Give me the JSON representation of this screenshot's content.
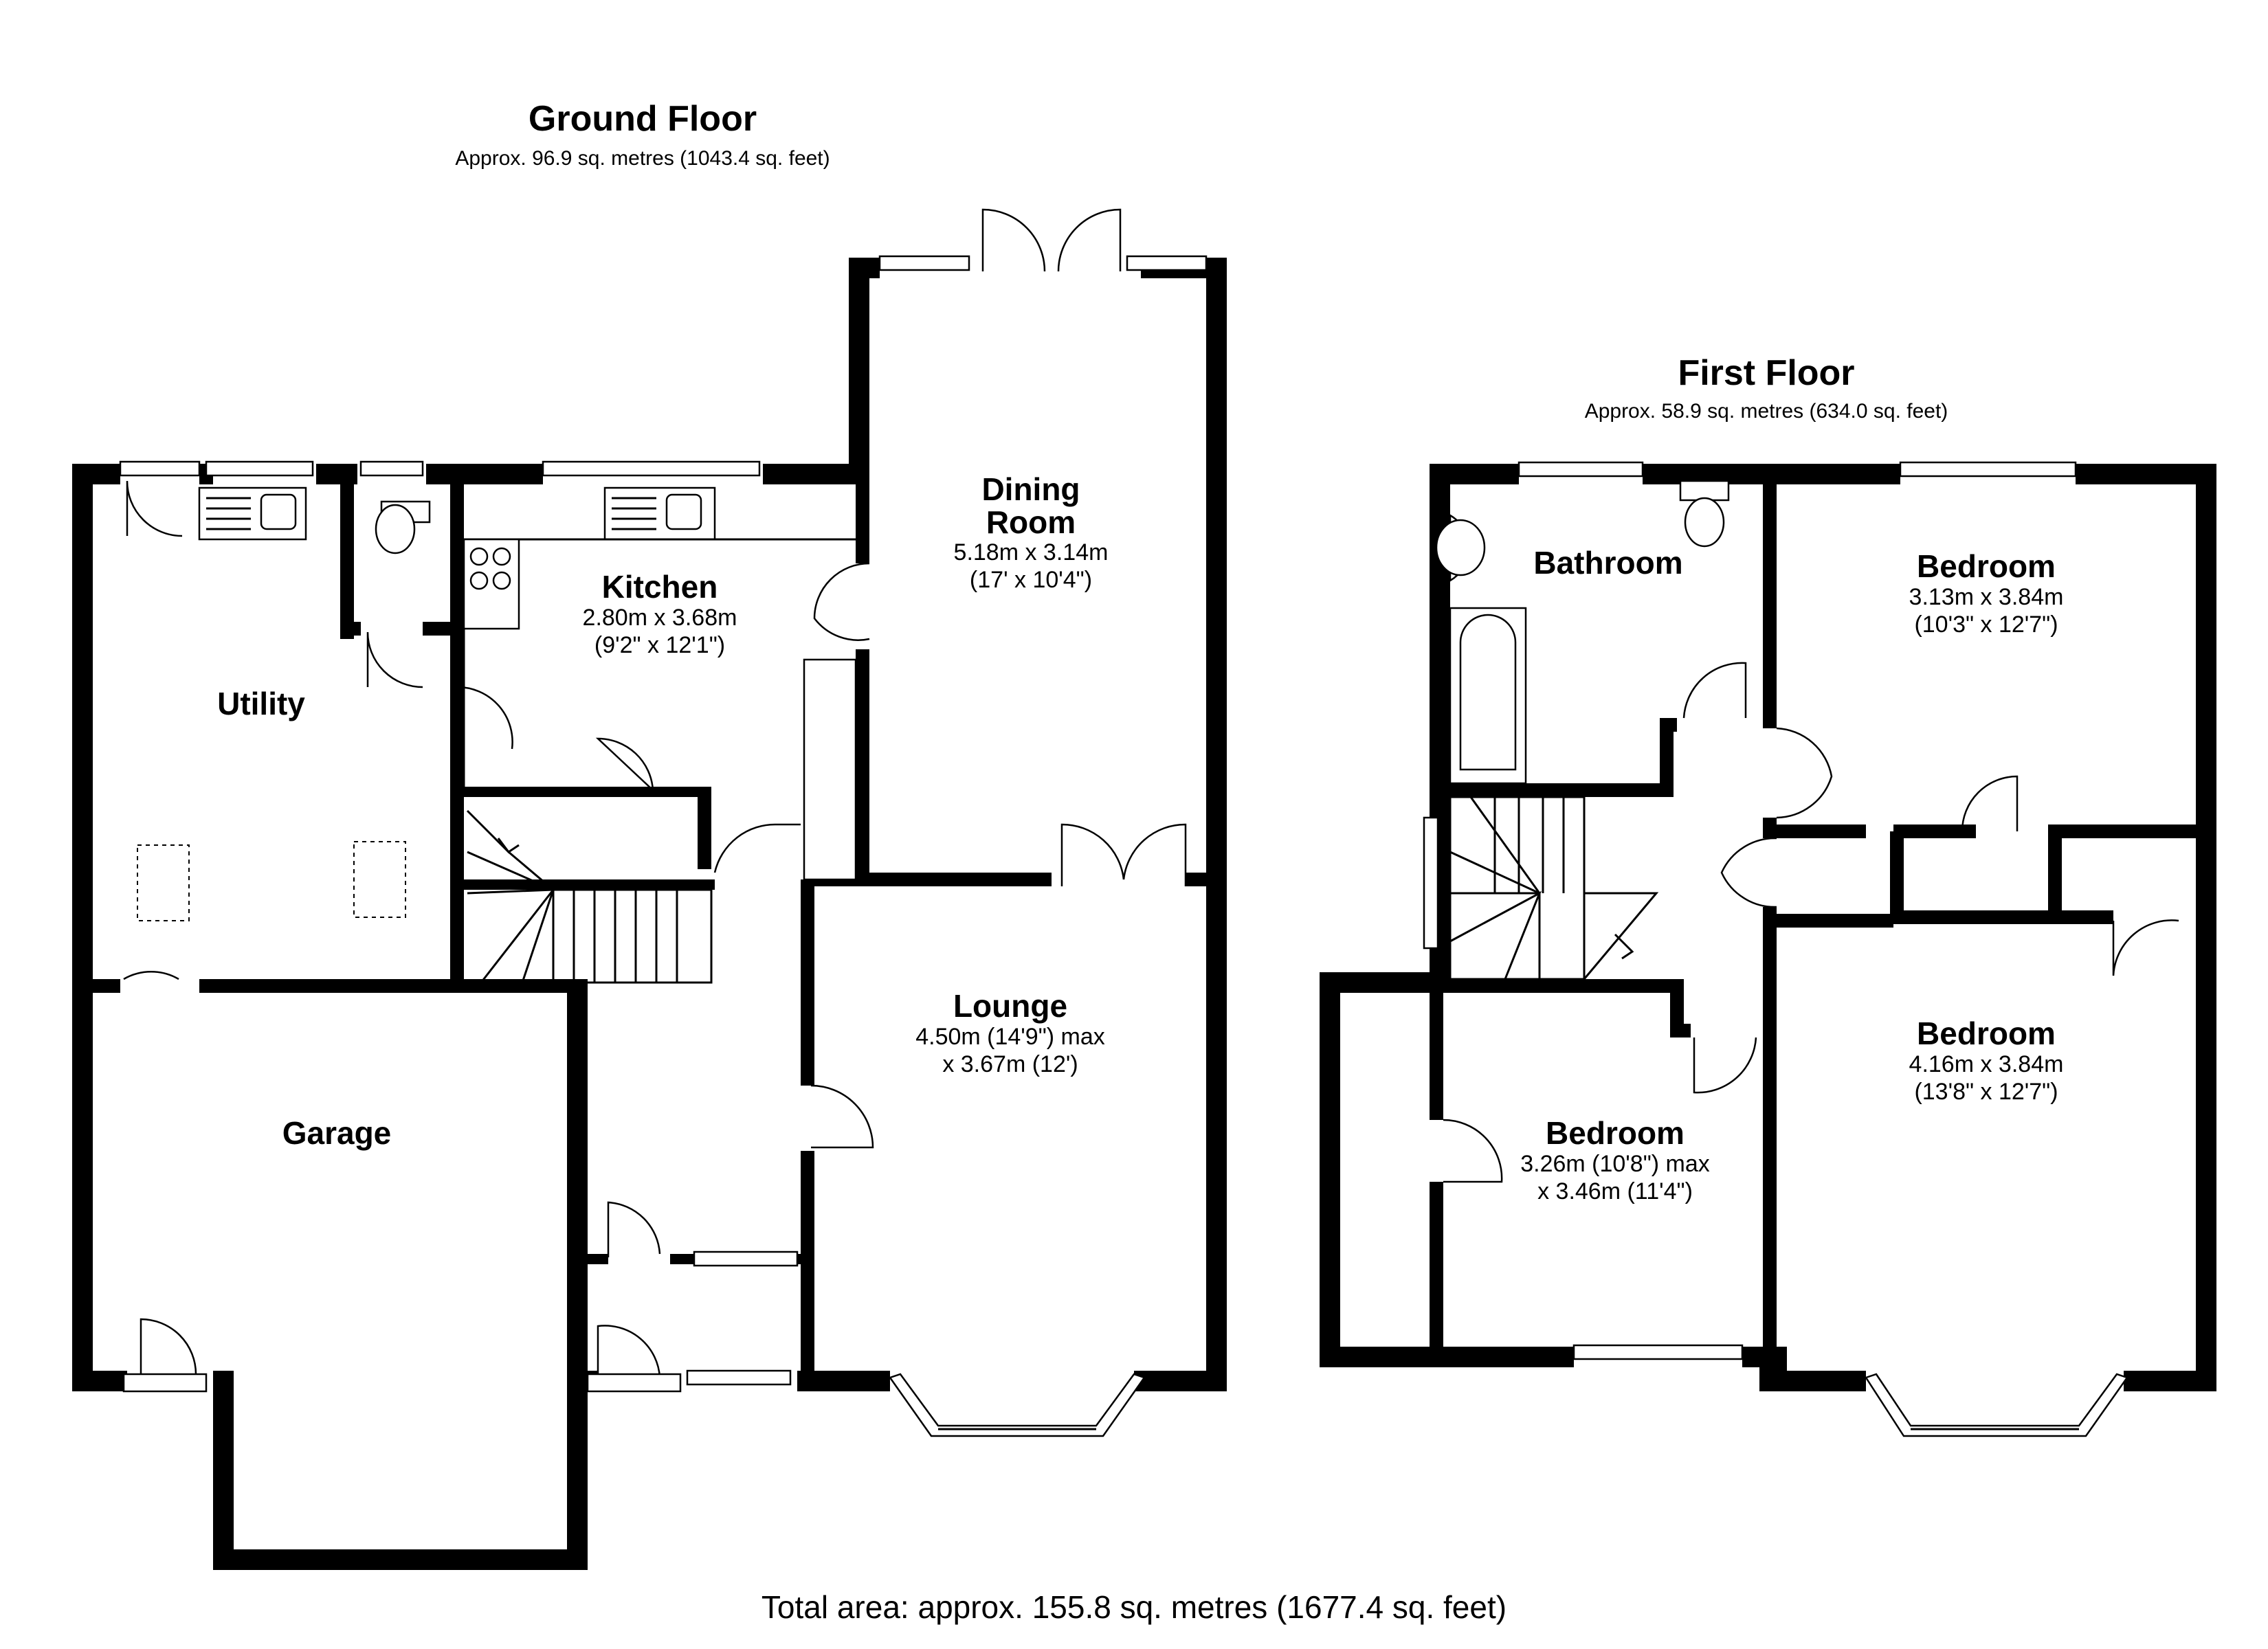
{
  "ground_floor": {
    "title": "Ground Floor",
    "area": "Approx. 96.9 sq. metres (1043.4 sq. feet)",
    "rooms": {
      "utility": {
        "name": "Utility"
      },
      "kitchen": {
        "name": "Kitchen",
        "dim1": "2.80m x 3.68m",
        "dim2": "(9'2\" x 12'1\")"
      },
      "dining": {
        "name1": "Dining",
        "name2": "Room",
        "dim1": "5.18m x 3.14m",
        "dim2": "(17' x 10'4\")"
      },
      "lounge": {
        "name": "Lounge",
        "dim1": "4.50m (14'9\") max",
        "dim2": "x 3.67m (12')"
      },
      "garage": {
        "name": "Garage"
      }
    }
  },
  "first_floor": {
    "title": "First Floor",
    "area": "Approx. 58.9 sq. metres (634.0 sq. feet)",
    "rooms": {
      "bathroom": {
        "name": "Bathroom"
      },
      "bedroom_1": {
        "name": "Bedroom",
        "dim1": "3.13m x 3.84m",
        "dim2": "(10'3\" x 12'7\")"
      },
      "bedroom_2": {
        "name": "Bedroom",
        "dim1": "4.16m x 3.84m",
        "dim2": "(13'8\" x 12'7\")"
      },
      "bedroom_3": {
        "name": "Bedroom",
        "dim1": "3.26m (10'8\") max",
        "dim2": "x 3.46m (11'4\")"
      }
    }
  },
  "total_area": "Total area: approx. 155.8 sq. metres (1677.4 sq. feet)"
}
